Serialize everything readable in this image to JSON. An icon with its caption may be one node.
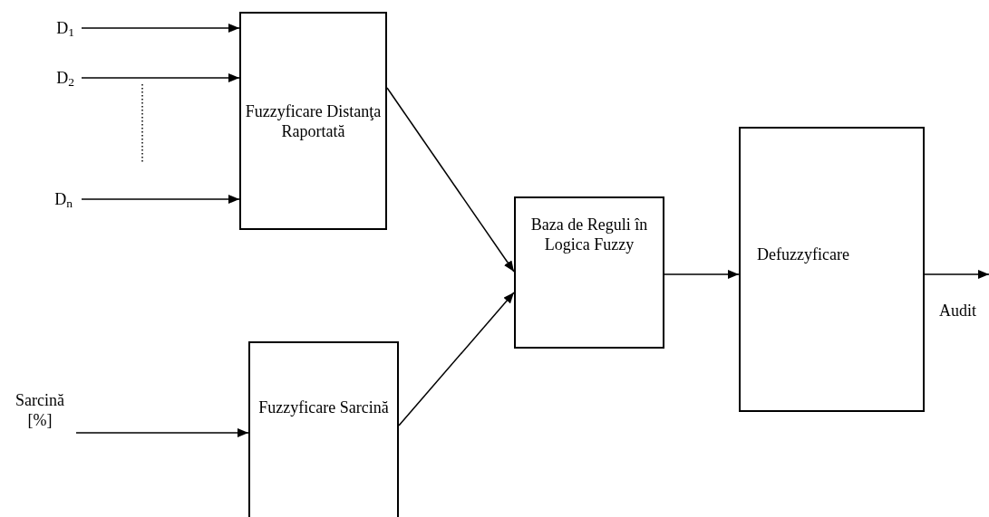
{
  "diagram": {
    "nodes": [
      {
        "text": [
          "D$_{1}$"
        ]
      },
      {
        "text": [
          "D$_{2}$"
        ]
      },
      {
        "text": [
          "D$_{n}$"
        ]
      },
      {
        "text": [
          "Fuzzyficare Distanţa Raportată"
        ]
      },
      {
        "text": [
          "Sarcină [%]"
        ]
      },
      {
        "text": [
          "Fuzzyficare Sarcină"
        ]
      },
      {
        "text": [
          "Baza de Reguli în Logica Fuzzy"
        ]
      },
      {
        "text": [
          "Defuzzyficare"
        ]
      }
    ],
    "edges": [
      {
        "from": 0,
        "to": 3,
        "arrow": "to"
      },
      {
        "from": 1,
        "to": 3,
        "arrow": "to"
      },
      {
        "from": 2,
        "to": 3,
        "arrow": "to"
      },
      {
        "from": 4,
        "to": 5,
        "arrow": "to"
      },
      {
        "from": 3,
        "to": 6,
        "arrow": "to"
      },
      {
        "from": 5,
        "to": 6,
        "arrow": "to"
      },
      {
        "from": 6,
        "to": 7,
        "arrow": "to"
      },
      {
        "from": 7,
        "to": null,
        "arrow": "to",
        "label": "Audit"
      }
    ]
  }
}
